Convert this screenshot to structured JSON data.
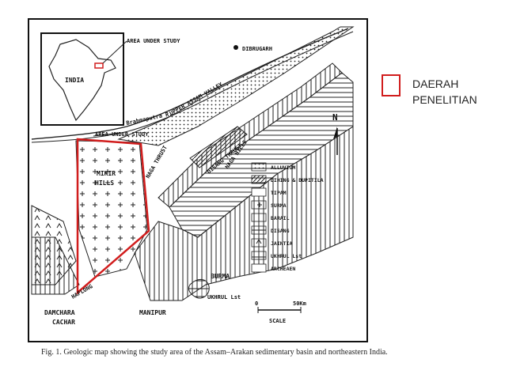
{
  "map": {
    "inset": {
      "country": "INDIA",
      "area_label": "AREA UNDER STUDY"
    },
    "places": {
      "dibrugarh": "DIBRUGARH",
      "brahmaputra": "Brahmaputra R.",
      "upper_assam_valley": "UPPER ASSAM VALLEY",
      "area_under_study": "AREA UNDER STUDY",
      "naga_thrust": "NAGA THRUST",
      "disang_thrust": "DISANG THRUST",
      "naga_hills": "NAGA HILLS",
      "mikir_hills": "MIKIR\nHILLS",
      "mikir_line1": "MIKIR",
      "mikir_line2": "HILLS",
      "haflong": "HAFLONG",
      "damchara": "DAMCHARA",
      "cachar": "CACHAR",
      "manipur": "MANIPUR",
      "burma": "BURMA",
      "ukhrul": "UKHRUL Lst"
    },
    "north": "N",
    "legend": [
      "ALLUVIUM",
      "DIHING & DUPITILA",
      "TIPAM",
      "SURMA",
      "BARAIL",
      "DISANG",
      "JAINTIA",
      "UKHRUL Lst",
      "ARCHEAEN"
    ],
    "scale": {
      "start": "0",
      "end": "50Km",
      "label": "SCALE"
    }
  },
  "caption": "Fig. 1. Geologic map showing the study area of the Assam–Arakan sedimentary basin and northeastern India.",
  "study_area_legend": {
    "line1": "DAERAH",
    "line2": "PENELITIAN",
    "color": "#d11d1d"
  }
}
